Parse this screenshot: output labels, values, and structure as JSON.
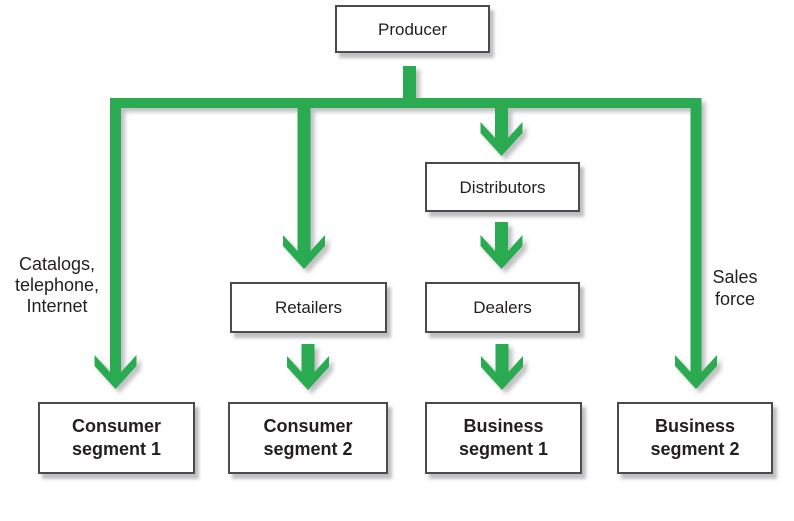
{
  "nodes": {
    "producer": {
      "label": "Producer"
    },
    "distributors": {
      "label": "Distributors"
    },
    "retailers": {
      "label": "Retailers"
    },
    "dealers": {
      "label": "Dealers"
    },
    "consumer_segment_1": {
      "label": "Consumer\nsegment 1"
    },
    "consumer_segment_2": {
      "label": "Consumer\nsegment 2"
    },
    "business_segment_1": {
      "label": "Business\nsegment 1"
    },
    "business_segment_2": {
      "label": "Business\nsegment 2"
    }
  },
  "annotations": {
    "left_channel": "Catalogs,\ntelephone,\nInternet",
    "right_channel": "Sales\nforce"
  },
  "colors": {
    "arrow_green": "#2caa51",
    "box_border": "#4a4b4d",
    "text": "#231f20",
    "shadow_gray": "#8b8d90"
  }
}
